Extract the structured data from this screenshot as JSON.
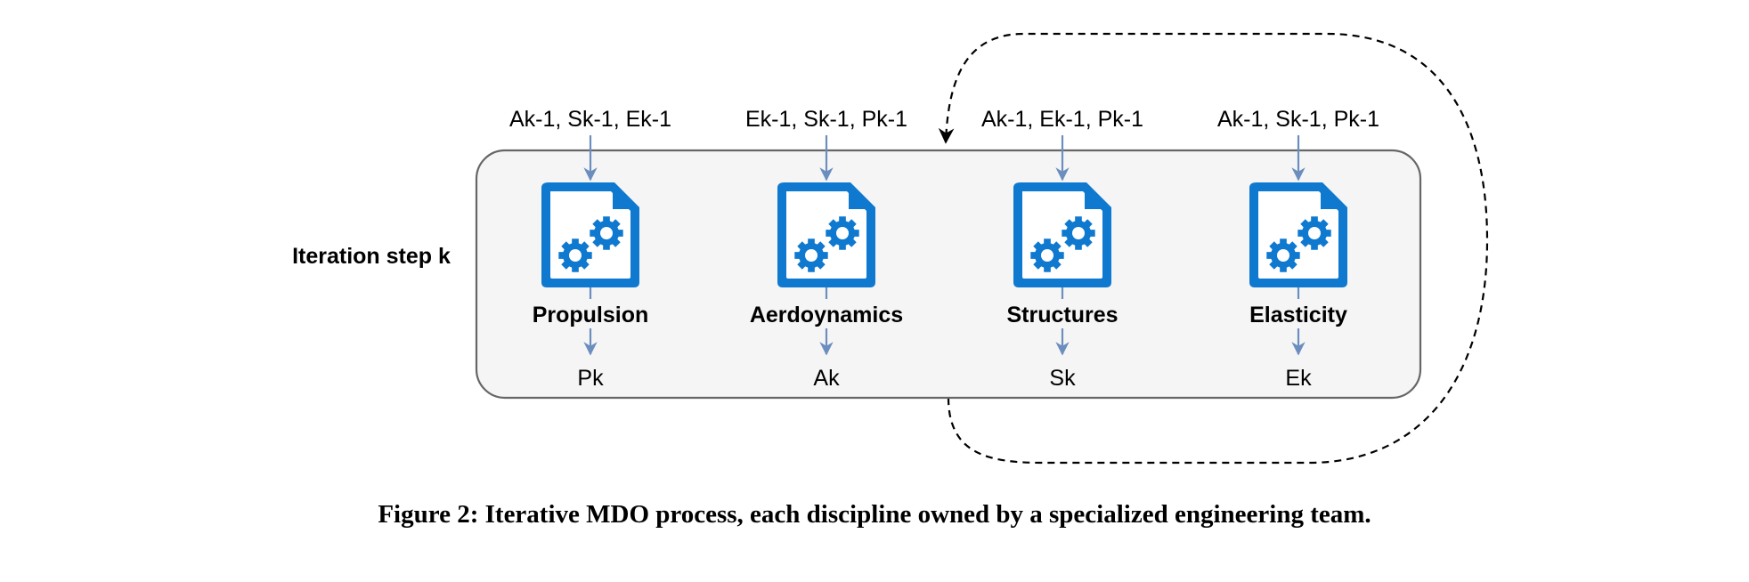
{
  "diagram": {
    "iteration_label": "Iteration step k",
    "disciplines": [
      {
        "name": "Propulsion",
        "inputs": "Ak-1, Sk-1, Ek-1",
        "output": "Pk"
      },
      {
        "name": "Aerdoynamics",
        "inputs": "Ek-1, Sk-1, Pk-1",
        "output": "Ak"
      },
      {
        "name": "Structures",
        "inputs": "Ak-1, Ek-1, Pk-1",
        "output": "Sk"
      },
      {
        "name": "Elasticity",
        "inputs": "Ak-1, Sk-1, Pk-1",
        "output": "Ek"
      }
    ],
    "colors": {
      "icon_blue": "#0F79D0",
      "arrow_blue": "#6C8EBF",
      "box_fill": "#F5F5F5",
      "box_stroke": "#666666"
    },
    "icon": "document-gears-icon"
  },
  "caption": "Figure 2: Iterative MDO process, each discipline owned by a specialized engineering team."
}
